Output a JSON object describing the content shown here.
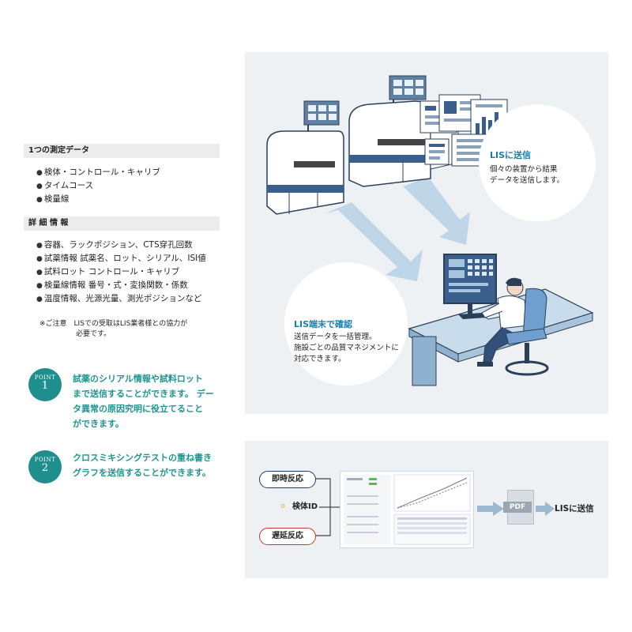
{
  "measurement": {
    "heading": "1つの測定データ",
    "items": [
      "検体・コントロール・キャリブ",
      "タイムコース",
      "検量線"
    ]
  },
  "details": {
    "heading": "詳 細 情 報",
    "items": [
      "容器、ラックポジション、CTS穿孔回数",
      "試薬情報 試薬名、ロット、シリアル、ISI値",
      "試料ロット コントロール・キャリブ",
      "検量線情報 番号・式・変換関数・係数",
      "温度情報、光源光量、測光ポジションなど"
    ]
  },
  "note": {
    "line1": "※ご注意　LISでの受取はLIS業者様との協力が",
    "line2": "必要です。"
  },
  "points": [
    {
      "word": "POINT",
      "number": "1",
      "lines": [
        "試薬のシリアル情報や試料ロット",
        "まで送信することができます。 デー",
        "タ異常の原因究明に役立てること",
        "ができます。"
      ]
    },
    {
      "word": "POINT",
      "number": "2",
      "lines": [
        "クロスミキシングテストの重ね書き",
        "グラフを送信することができます。"
      ]
    }
  ],
  "bubble_send": {
    "title": "LISに送信",
    "line1": "個々の装置から結果",
    "line2": "データを送信します。"
  },
  "bubble_confirm": {
    "title": "LIS端末で確認",
    "line1": "送信データを一括管理。",
    "line2": "施設ごとの品質マネジメントに",
    "line3": "対応できます。"
  },
  "flow": {
    "immediate": "即時反応",
    "specimen": "検体ID",
    "delayed": "遅延反応",
    "pdf": "PDF",
    "send": "LISに送信"
  },
  "colors": {
    "accent_teal": "#1f8f8d",
    "lis_blue": "#1a7fae",
    "navy": "#1f3d6e",
    "red": "#c0392b"
  }
}
